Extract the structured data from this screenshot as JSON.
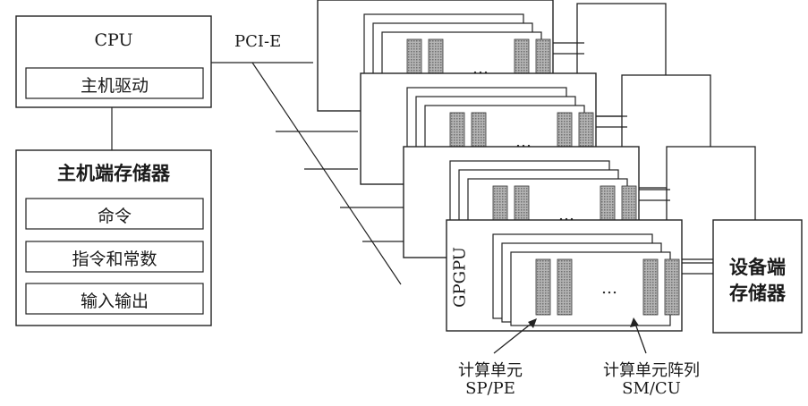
{
  "cpu": {
    "title": "CPU",
    "driver": "主机驱动"
  },
  "host_memory": {
    "title": "主机端存储器",
    "items": [
      "命令",
      "指令和常数",
      "输入输出"
    ]
  },
  "bus": {
    "label": "PCI-E"
  },
  "gpgpu": {
    "label": "GPGPU",
    "ellipsis": "…"
  },
  "device_memory": {
    "line1": "设备端",
    "line2": "存储器"
  },
  "annotations": {
    "pe": {
      "line1": "计算单元",
      "line2": "SP/PE"
    },
    "sm": {
      "line1": "计算单元阵列",
      "line2": "SM/CU"
    }
  }
}
